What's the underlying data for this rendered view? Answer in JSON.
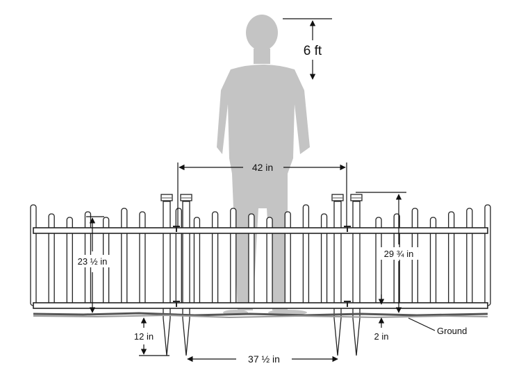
{
  "diagram": {
    "person_height": "6 ft",
    "panel_width_top": "42 in",
    "picket_height": "23 ½ in",
    "post_height": "29 ¾ in",
    "stake_depth": "12 in",
    "ground_clearance": "2 in",
    "ground_label": "Ground",
    "panel_width_bottom": "37 ½ in"
  },
  "colors": {
    "silhouette": "#c4c4c4",
    "fence": "#222222",
    "ground": "#555555",
    "annotation": "#111111"
  }
}
